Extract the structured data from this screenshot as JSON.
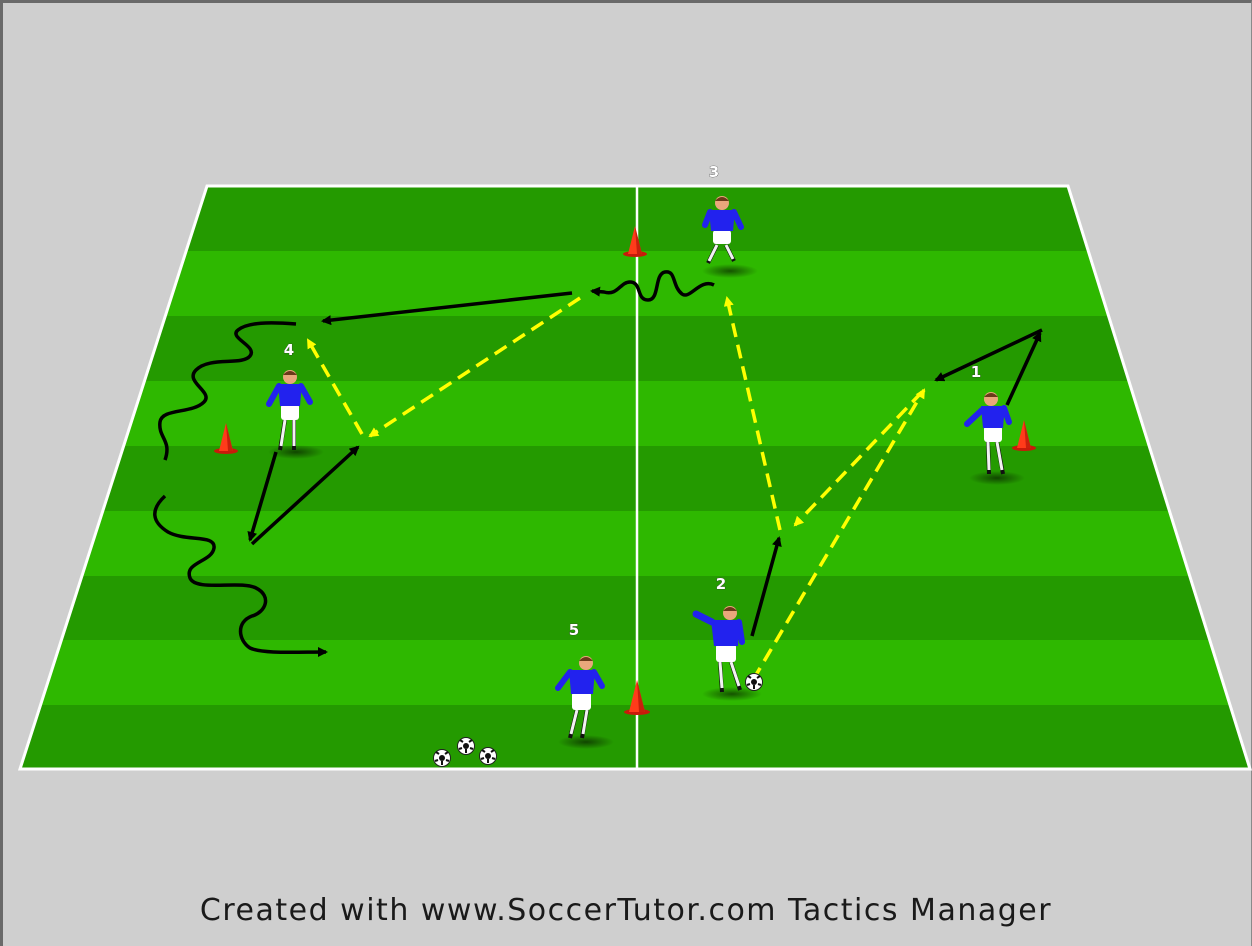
{
  "diagram": {
    "players": [
      {
        "number": "1"
      },
      {
        "number": "2"
      },
      {
        "number": "3"
      },
      {
        "number": "4"
      },
      {
        "number": "5"
      }
    ],
    "colors": {
      "pitch_light": "#2eb800",
      "pitch_dark": "#249a00",
      "line": "#ffffff",
      "pass_arrow": "#ffff00",
      "run_arrow": "#000000",
      "shirt": "#2222ee",
      "cone": "#ff2a1a"
    }
  },
  "footer": {
    "credit": "Created with www.SoccerTutor.com Tactics Manager"
  }
}
